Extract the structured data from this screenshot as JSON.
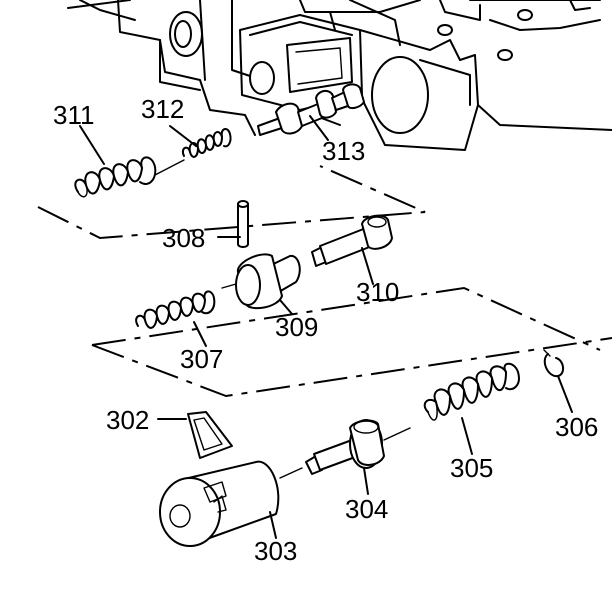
{
  "diagram": {
    "callouts": [
      {
        "id": "311",
        "text": "311"
      },
      {
        "id": "312",
        "text": "312"
      },
      {
        "id": "313",
        "text": "313"
      },
      {
        "id": "308",
        "text": "308"
      },
      {
        "id": "310",
        "text": "310"
      },
      {
        "id": "309",
        "text": "309"
      },
      {
        "id": "307",
        "text": "307"
      },
      {
        "id": "302",
        "text": "302"
      },
      {
        "id": "306",
        "text": "306"
      },
      {
        "id": "305",
        "text": "305"
      },
      {
        "id": "304",
        "text": "304"
      },
      {
        "id": "303",
        "text": "303"
      }
    ]
  }
}
